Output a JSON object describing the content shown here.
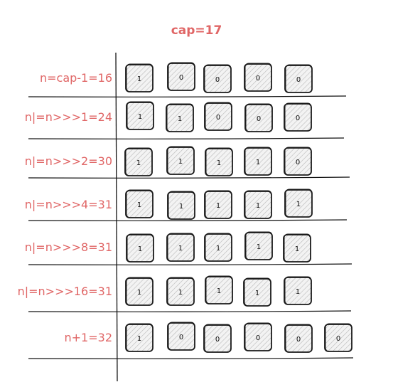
{
  "title": "cap=17",
  "colors": {
    "label": "#e06666",
    "cell_fill": "#d0d0d0",
    "cell_stroke": "#1a1a1a",
    "line": "#111111"
  },
  "rows": [
    {
      "label": "n=cap-1=16",
      "bits": [
        "1",
        "0",
        "0",
        "0",
        "0"
      ]
    },
    {
      "label": "n|=n>>>1=24",
      "bits": [
        "1",
        "1",
        "0",
        "0",
        "0"
      ]
    },
    {
      "label": "n|=n>>>2=30",
      "bits": [
        "1",
        "1",
        "1",
        "1",
        "0"
      ]
    },
    {
      "label": "n|=n>>>4=31",
      "bits": [
        "1",
        "1",
        "1",
        "1",
        "1"
      ]
    },
    {
      "label": "n|=n>>>8=31",
      "bits": [
        "1",
        "1",
        "1",
        "1",
        "1"
      ]
    },
    {
      "label": "n|=n>>>16=31",
      "bits": [
        "1",
        "1",
        "1",
        "1",
        "1"
      ]
    },
    {
      "label": "n+1=32",
      "bits": [
        "1",
        "0",
        "0",
        "0",
        "0",
        "0"
      ]
    }
  ]
}
